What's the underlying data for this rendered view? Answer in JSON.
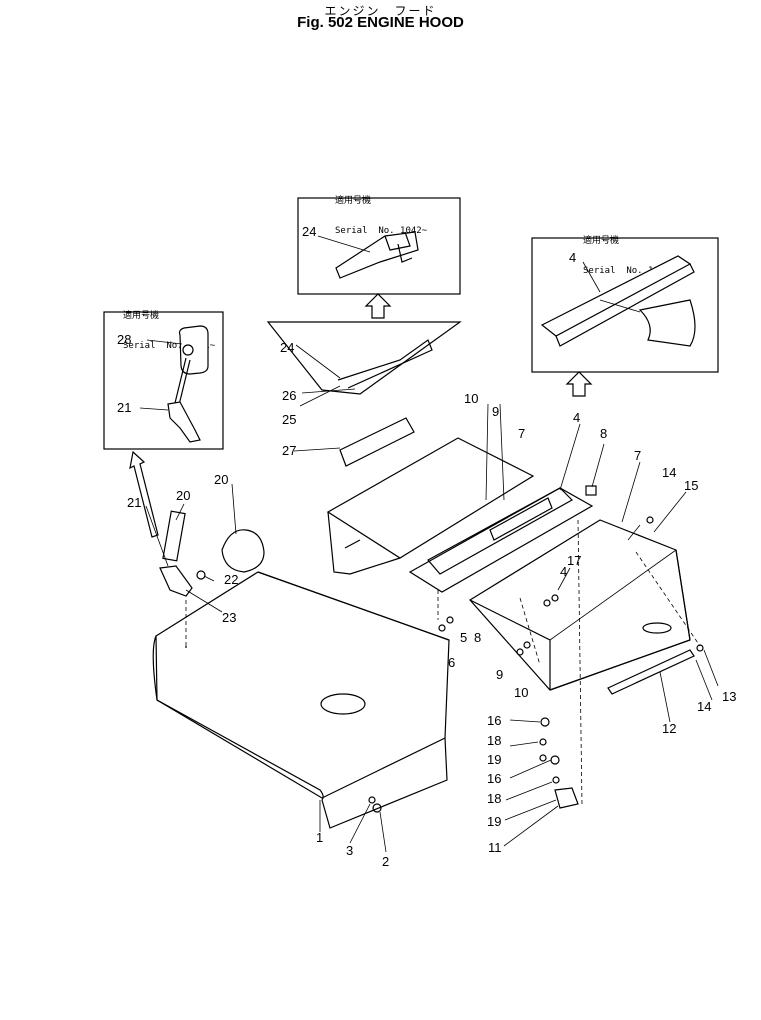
{
  "header": {
    "title_jp": "エンジン　フード",
    "title_en": "Fig. 502  ENGINE  HOOD"
  },
  "callouts": {
    "box_left": {
      "jp": "適用号機",
      "serial": "Serial  No. 1201~"
    },
    "box_top": {
      "jp": "適用号機",
      "serial": "Serial  No. 1042~"
    },
    "box_right": {
      "jp": "適用号機",
      "serial": "Serial  No. 1042~"
    }
  },
  "part_labels": [
    "1",
    "2",
    "3",
    "4",
    "4",
    "4",
    "5",
    "6",
    "7",
    "7",
    "8",
    "8",
    "9",
    "9",
    "10",
    "10",
    "11",
    "12",
    "13",
    "14",
    "14",
    "15",
    "16",
    "16",
    "17",
    "18",
    "18",
    "19",
    "19",
    "20",
    "20",
    "21",
    "21",
    "22",
    "23",
    "24",
    "24",
    "25",
    "26",
    "27",
    "28"
  ]
}
